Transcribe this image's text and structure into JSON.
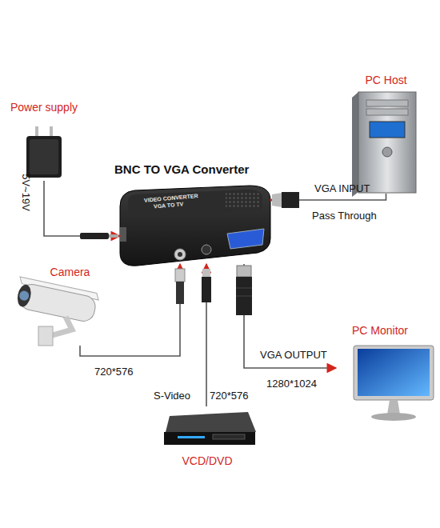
{
  "diagram": {
    "title": "BNC TO VGA Converter",
    "nodes": [
      {
        "text": [
          "Power supply"
        ]
      },
      {
        "text": [
          "PC Host"
        ]
      },
      {
        "text": [
          "VIDEO CONVERTER",
          "VGA TO TV"
        ]
      },
      {
        "text": [
          "Camera"
        ]
      },
      {
        "text": [
          "PC Monitor"
        ]
      },
      {
        "text": [
          "VCD/DVD"
        ]
      }
    ],
    "edges": [
      {
        "from": 0,
        "to": 2,
        "label": "5V~19V",
        "arrow": "to"
      },
      {
        "from": 1,
        "to": 2,
        "label": "VGA INPUT",
        "arrow": "to"
      },
      {
        "from": 3,
        "to": 2,
        "label": "720*576",
        "arrow": "to"
      },
      {
        "from": 5,
        "to": 2,
        "label": "720*576",
        "arrow": "to"
      },
      {
        "from": 2,
        "to": 4,
        "label": "VGA OUTPUT",
        "arrow": "to"
      }
    ],
    "labels": [
      "Pass Through",
      "S-Video",
      "1280*1024"
    ]
  }
}
